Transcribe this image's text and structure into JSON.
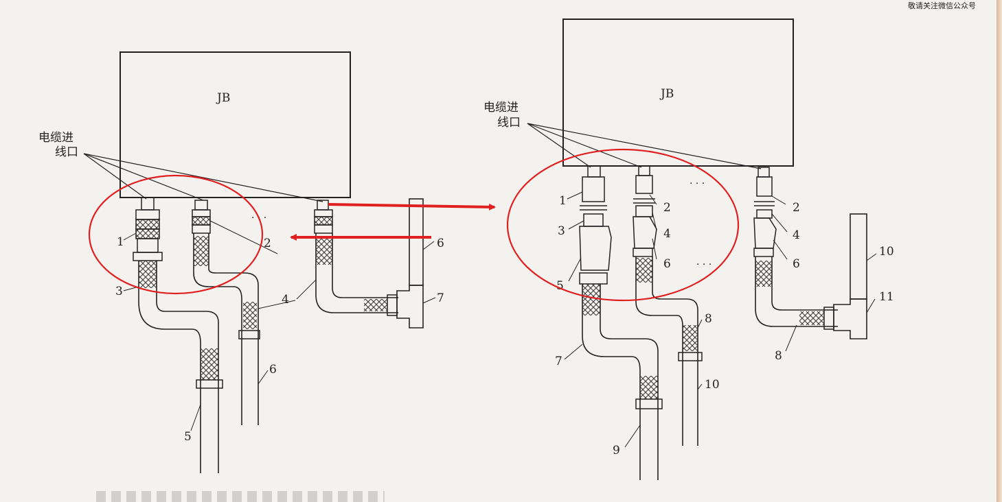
{
  "watermark": "敬请关注微信公众号",
  "left_diagram": {
    "box_label": "JB",
    "entry_label_line1": "电缆进",
    "entry_label_line2": "线口",
    "ellipsis": "· · ·",
    "callouts": [
      "1",
      "2",
      "3",
      "4",
      "5",
      "6",
      "6",
      "7"
    ]
  },
  "right_diagram": {
    "box_label": "JB",
    "entry_label_line1": "电缆进",
    "entry_label_line2": "线口",
    "ellipsis_top": "· · ·",
    "ellipsis_mid": "· · ·",
    "callouts": [
      "1",
      "2",
      "2",
      "3",
      "4",
      "4",
      "5",
      "6",
      "6",
      "7",
      "8",
      "8",
      "9",
      "10",
      "10",
      "11"
    ]
  },
  "highlight_color": "#e02020"
}
